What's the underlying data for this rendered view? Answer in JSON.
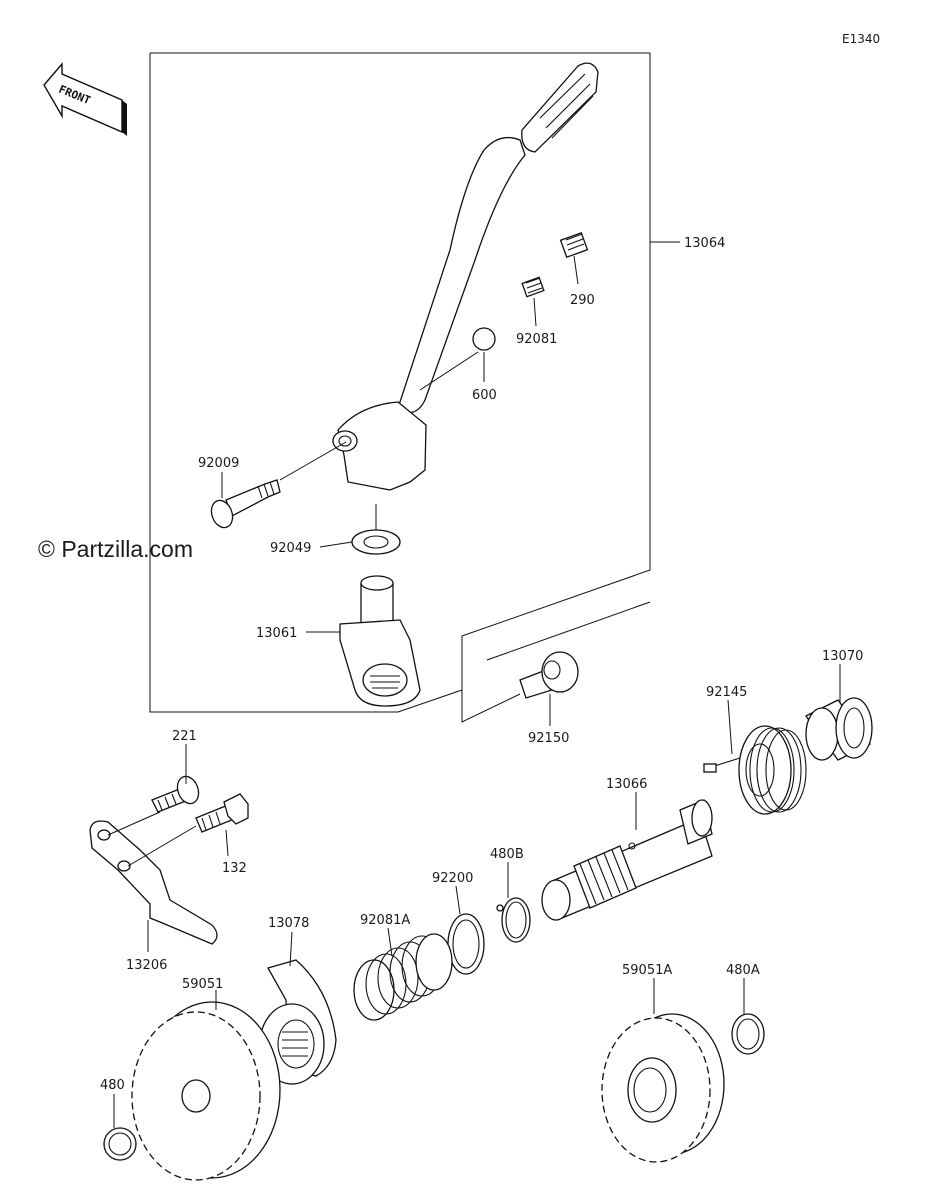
{
  "diagram": {
    "ref_code": "E1340",
    "front_label": "FRONT",
    "watermark": "© Partzilla.com",
    "parts": [
      {
        "id": "13064",
        "label": "13064"
      },
      {
        "id": "290",
        "label": "290"
      },
      {
        "id": "92081",
        "label": "92081"
      },
      {
        "id": "600",
        "label": "600"
      },
      {
        "id": "92009",
        "label": "92009"
      },
      {
        "id": "92049",
        "label": "92049"
      },
      {
        "id": "13061",
        "label": "13061"
      },
      {
        "id": "92150",
        "label": "92150"
      },
      {
        "id": "13070",
        "label": "13070"
      },
      {
        "id": "92145",
        "label": "92145"
      },
      {
        "id": "221",
        "label": "221"
      },
      {
        "id": "132",
        "label": "132"
      },
      {
        "id": "13066",
        "label": "13066"
      },
      {
        "id": "480B",
        "label": "480B"
      },
      {
        "id": "92200",
        "label": "92200"
      },
      {
        "id": "92081A",
        "label": "92081A"
      },
      {
        "id": "13078",
        "label": "13078"
      },
      {
        "id": "13206",
        "label": "13206"
      },
      {
        "id": "59051",
        "label": "59051"
      },
      {
        "id": "59051A",
        "label": "59051A"
      },
      {
        "id": "480A",
        "label": "480A"
      },
      {
        "id": "480",
        "label": "480"
      }
    ]
  }
}
